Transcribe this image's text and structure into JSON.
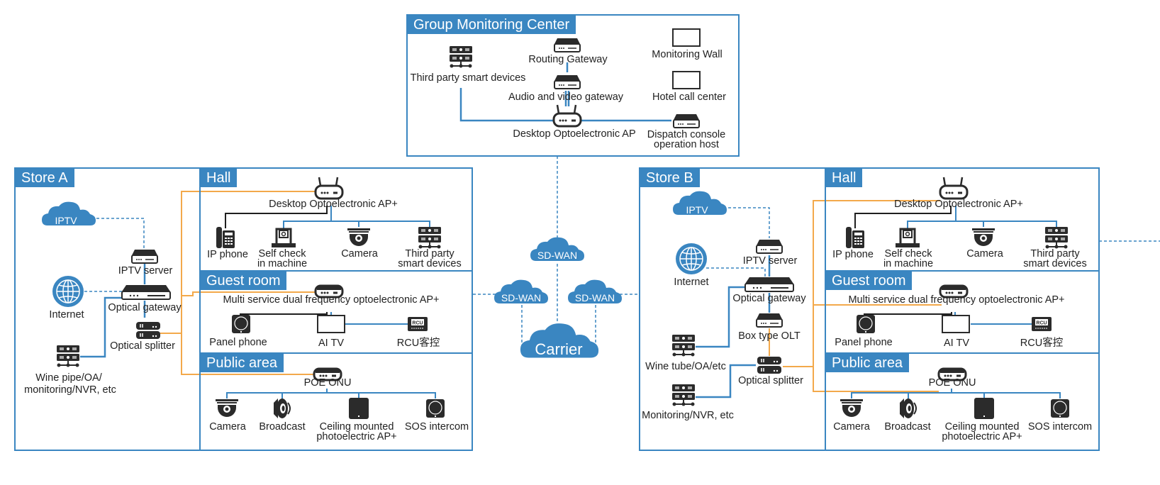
{
  "colors": {
    "accent": "#3a86c1",
    "orange": "#f3a94b",
    "dark": "#2b2b2b"
  },
  "group": {
    "title": "Group Monitoring Center",
    "third_party": "Third party smart devices",
    "routing_gateway": "Routing Gateway",
    "av_gateway": "Audio and video gateway",
    "desktop_ap": "Desktop Optoelectronic AP",
    "monitoring_wall": "Monitoring Wall",
    "hotel_call": "Hotel call center",
    "dispatch_1": "Dispatch console",
    "dispatch_2": "operation host"
  },
  "network": {
    "sdwan": "SD-WAN",
    "carrier": "Carrier"
  },
  "storeA": {
    "title": "Store A",
    "iptv_cloud": "IPTV",
    "iptv_server": "IPTV server",
    "internet": "Internet",
    "optical_gateway": "Optical gateway",
    "optical_splitter": "Optical splitter",
    "wine_1": "Wine pipe/OA/",
    "wine_2": "monitoring/NVR, etc"
  },
  "storeB": {
    "title": "Store B",
    "iptv_cloud": "IPTV",
    "iptv_server": "IPTV server",
    "internet": "Internet",
    "optical_gateway": "Optical gateway",
    "olt": "Box type OLT",
    "optical_splitter": "Optical splitter",
    "wine": "Wine tube/OA/etc",
    "monitoring": "Monitoring/NVR, etc"
  },
  "areas": {
    "hall": {
      "title": "Hall",
      "ap": "Desktop Optoelectronic AP+",
      "ip_phone": "IP phone",
      "self_check_1": "Self check",
      "self_check_2": "in machine",
      "camera": "Camera",
      "third_1": "Third party",
      "third_2": "smart devices"
    },
    "guest": {
      "title": "Guest room",
      "ap": "Multi service dual frequency optoelectronic AP+",
      "panel_phone": "Panel phone",
      "ai_tv": "AI TV",
      "rcu": "RCU客控",
      "rcu_badge": "RCU"
    },
    "public": {
      "title": "Public area",
      "onu": "POE ONU",
      "camera": "Camera",
      "broadcast": "Broadcast",
      "ceiling_1": "Ceiling mounted",
      "ceiling_2": "photoelectric AP+",
      "sos": "SOS intercom"
    }
  }
}
